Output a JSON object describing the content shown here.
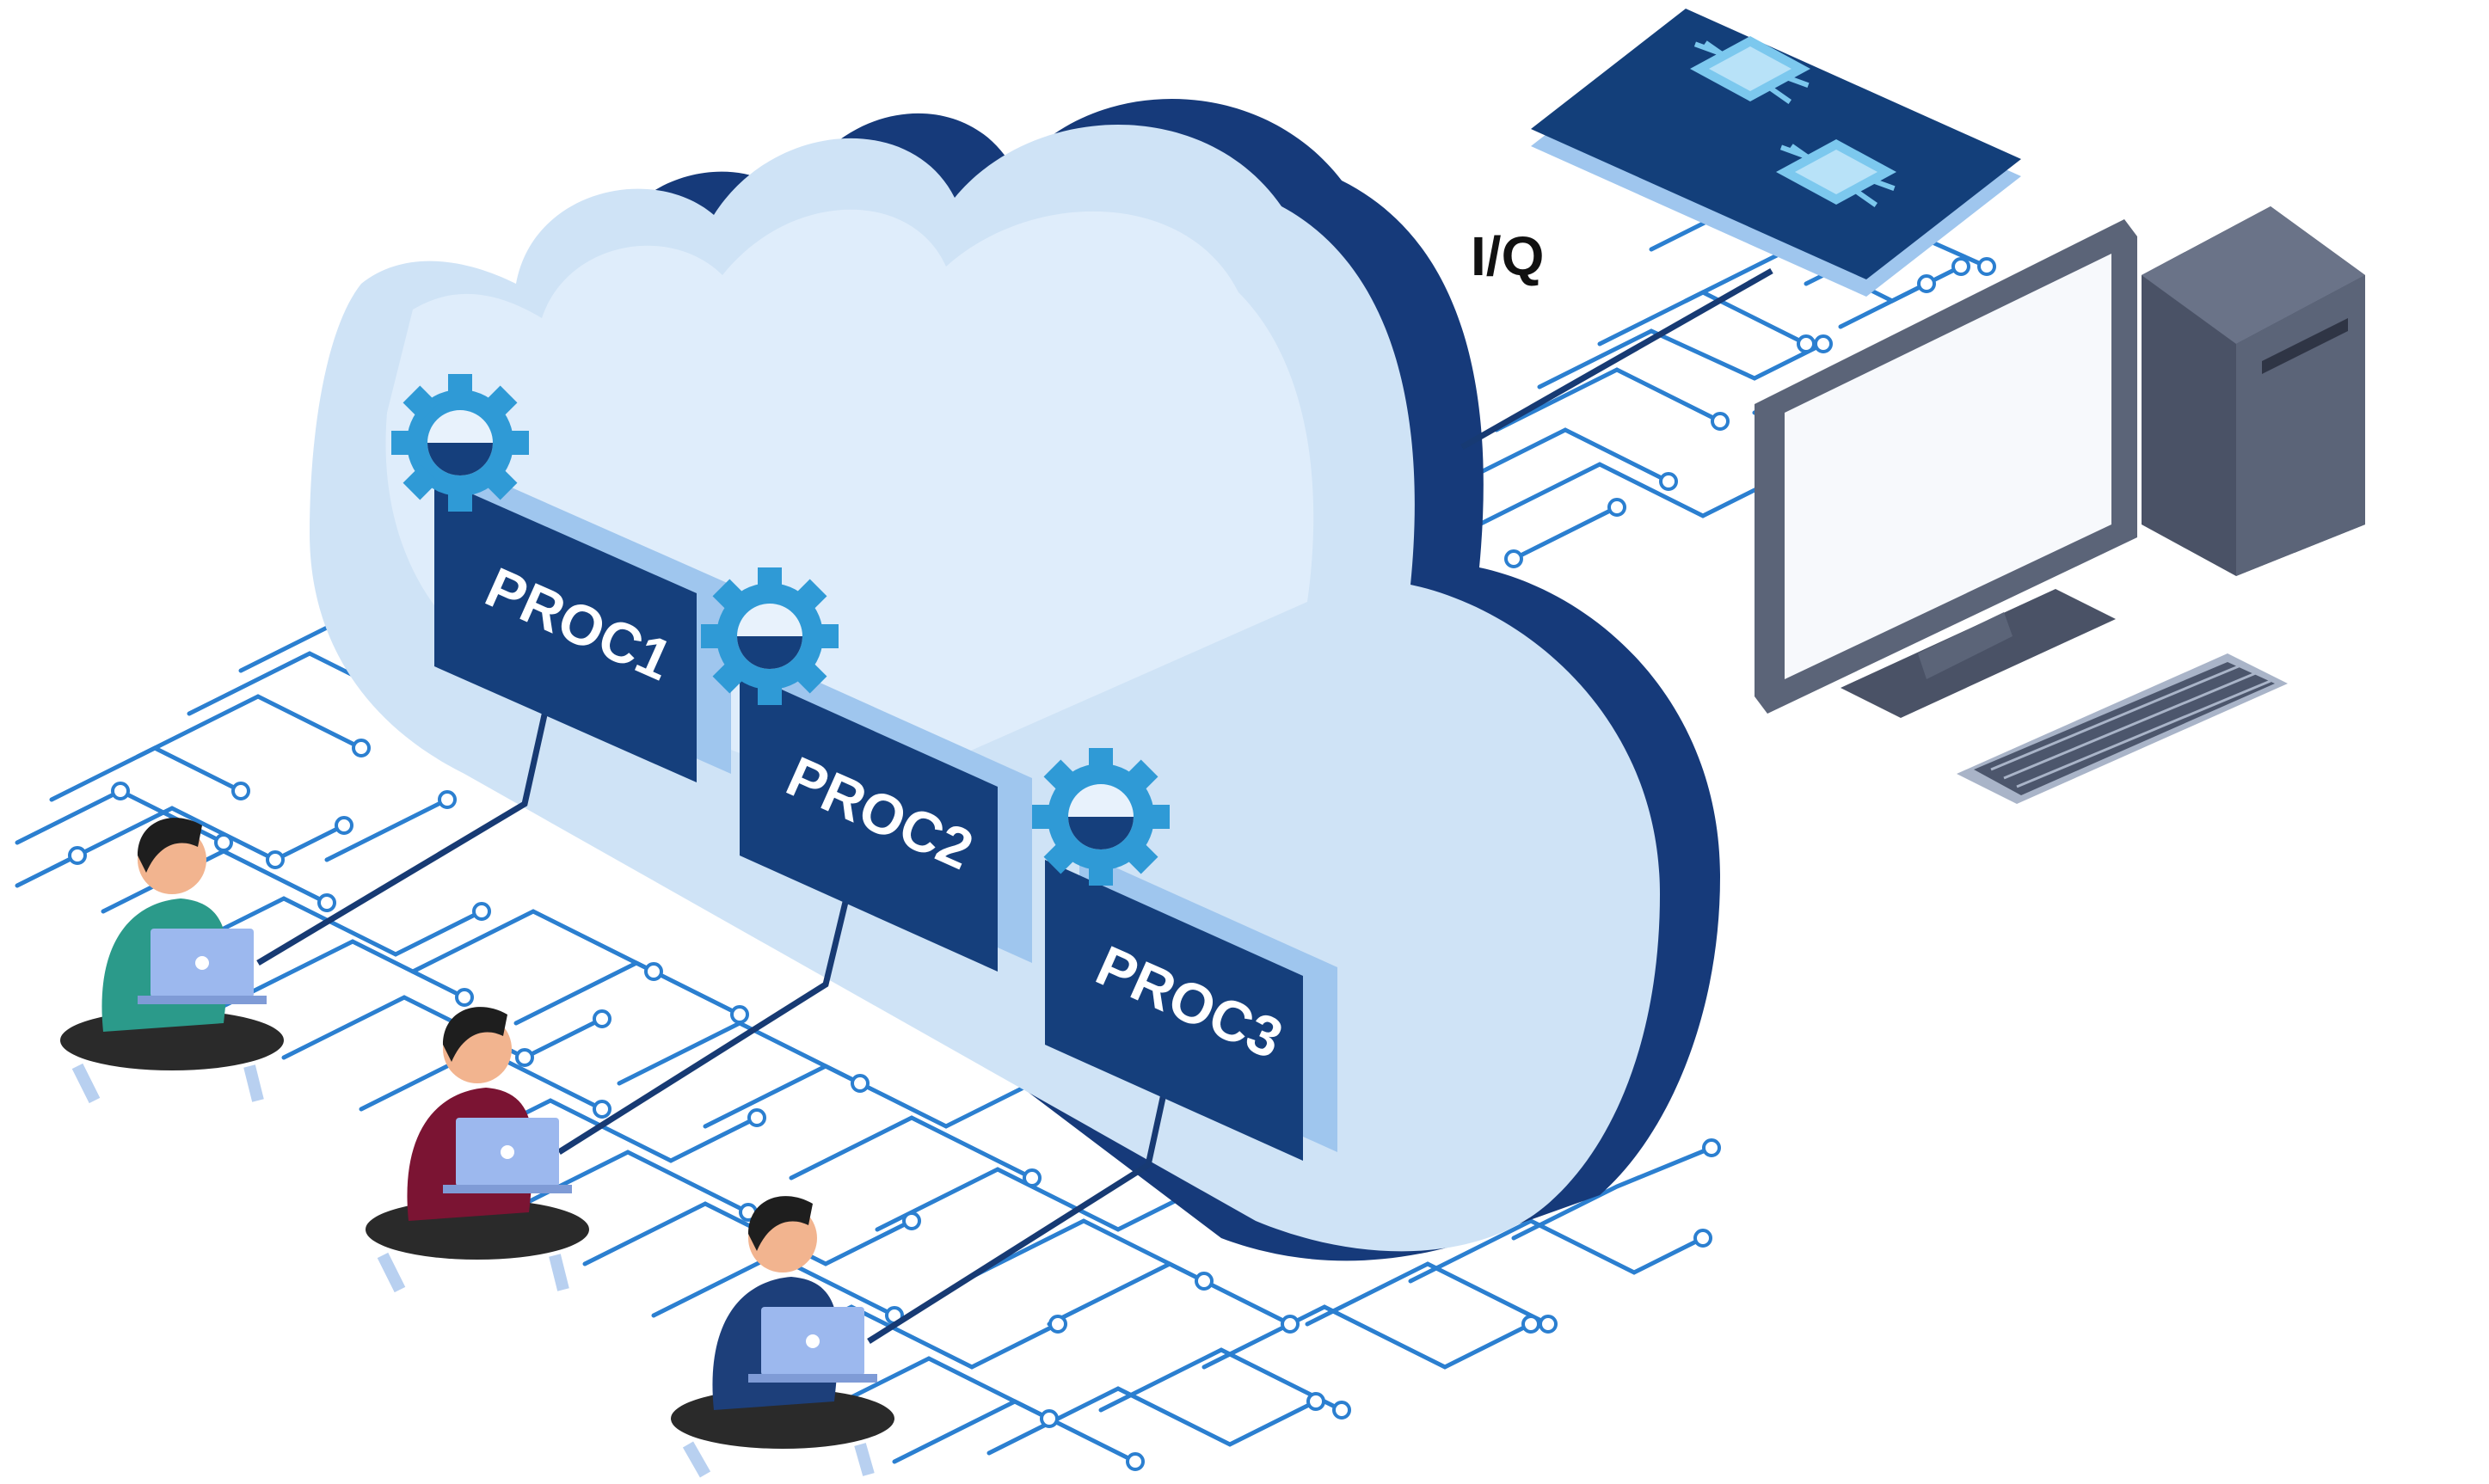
{
  "labels": {
    "iq": "I/Q",
    "proc1": "PROC1",
    "proc2": "PROC2",
    "proc3": "PROC3"
  },
  "colors": {
    "cloud_fill": "#cfe3f6",
    "cloud_light": "#e2eefb",
    "cloud_dark": "#163a7a",
    "panel": "#153f7c",
    "panel_side": "#9fc6ee",
    "gear": "#2f9ad6",
    "circuit": "#2b7fd0",
    "line": "#173a73",
    "board": "#133f7a",
    "chip": "#7cc8ee",
    "monitor_frame": "#5b6478",
    "monitor_screen": "#f7f9fc",
    "tower": "#5b6478",
    "keyboard": "#4c566c",
    "shirt_teal": "#2b9a8a",
    "shirt_maroon": "#7b1433",
    "shirt_navy": "#1d3f7a",
    "laptop": "#9cb8ee",
    "pants": "#2a2a2a",
    "skin": "#f2b48f",
    "hair": "#1e1e1e"
  },
  "icons": [
    "gear-icon",
    "chip-icon",
    "laptop-icon",
    "desktop-computer-icon",
    "keyboard-icon",
    "person-icon"
  ]
}
